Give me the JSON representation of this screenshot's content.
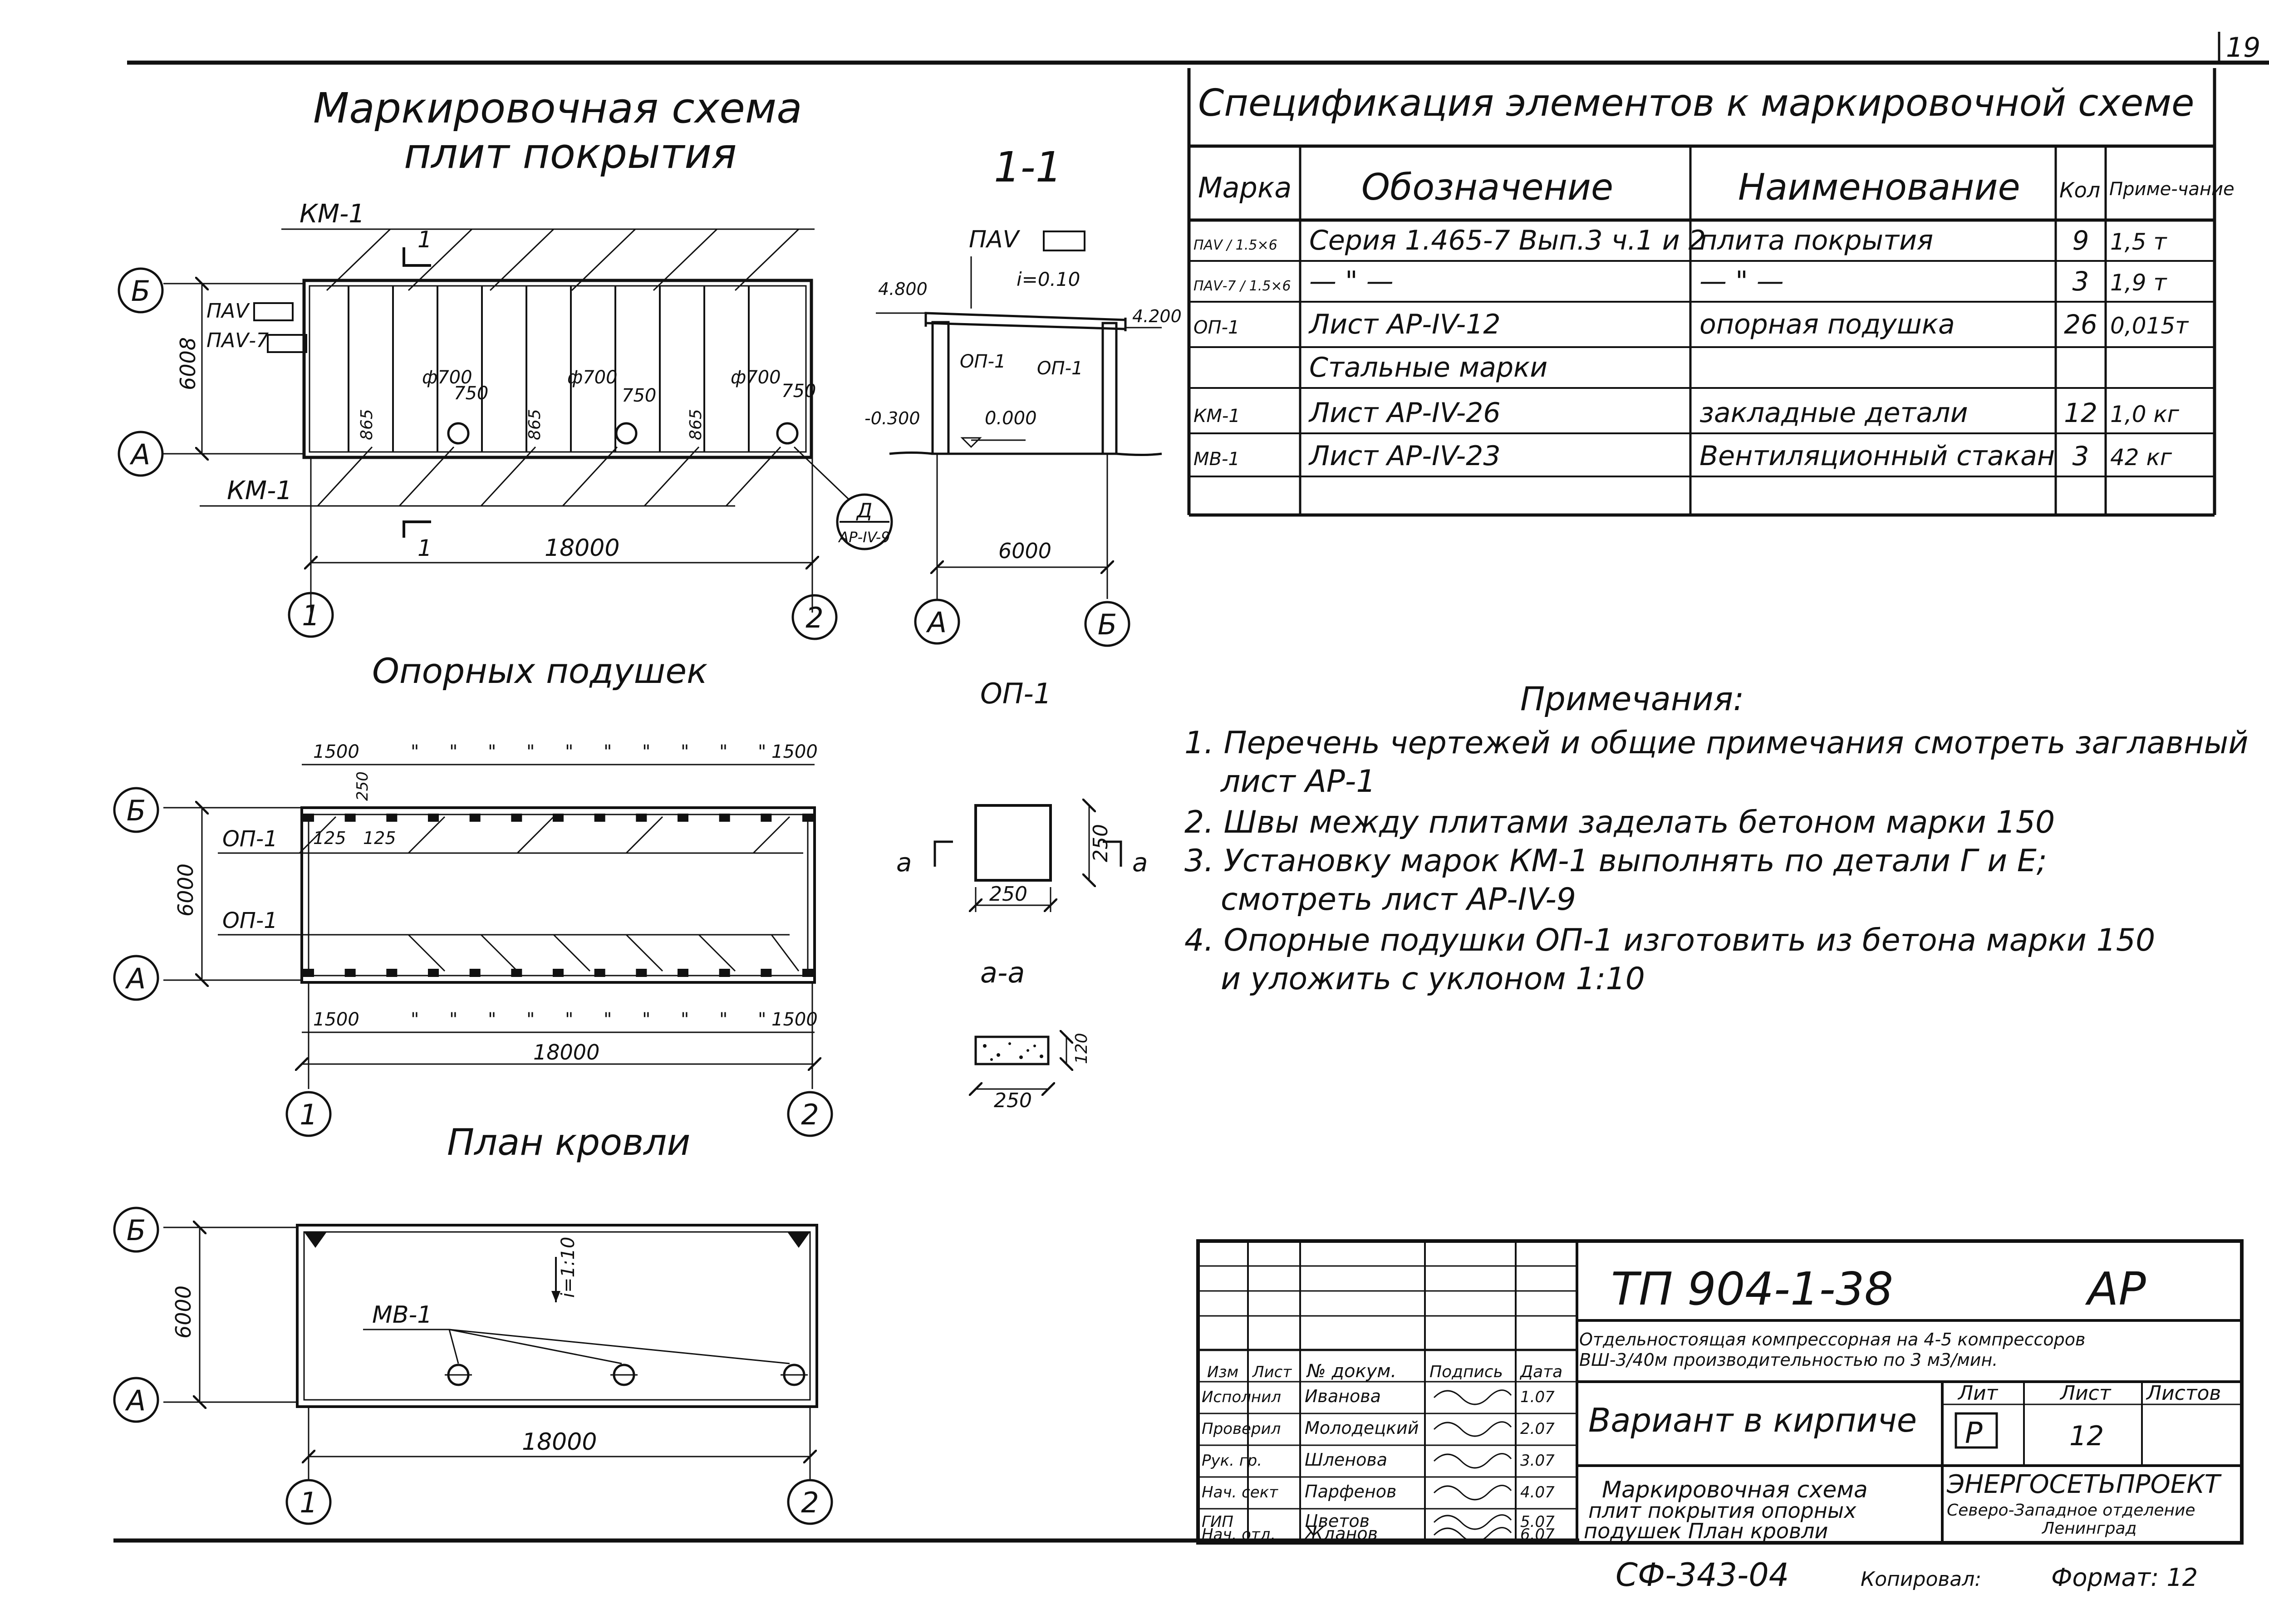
{
  "sheet_number": "19",
  "plan_marking": {
    "title_line1": "Маркировочная схема",
    "title_line2": "плит покрытия",
    "km_label": "КМ-1",
    "section_cut_label": "1",
    "axis_b": "Б",
    "axis_a": "А",
    "axis_1": "1",
    "axis_2": "2",
    "pa_v_label": "ПАⅤ",
    "pa_v7_label": "ПАⅤ-7",
    "dim_width": "6008",
    "dim_length": "18000",
    "hole_dia": "ф700",
    "hole_offset": "750",
    "hole_dim": "865",
    "detail_letter": "Д",
    "detail_ref": "АР-IV-9"
  },
  "section_1_1": {
    "title": "1-1",
    "pa_label": "ПАⅤ",
    "elev_4800": "4.800",
    "elev_4200": "4.200",
    "elev_m0300": "-0.300",
    "elev_0000": "0.000",
    "slope": "i=0.10",
    "op_label": "ОП-1",
    "dim_width": "6000",
    "axis_a": "А",
    "axis_b": "Б"
  },
  "plan_pads": {
    "title": "Опорных подушек",
    "axis_b": "Б",
    "axis_a": "А",
    "axis_1": "1",
    "axis_2": "2",
    "op_label": "ОП-1",
    "dim_1500": "1500",
    "dim_repeat": "\"",
    "dim_250": "250",
    "dim_125": "125",
    "dim_width": "6000",
    "dim_length": "18000"
  },
  "detail_op1": {
    "title": "ОП-1",
    "dim_250": "250",
    "section_label": "а",
    "section_title": "а-а",
    "dim_120": "120"
  },
  "plan_roof": {
    "title": "План кровли",
    "axis_b": "Б",
    "axis_a": "А",
    "axis_1": "1",
    "axis_2": "2",
    "mv_label": "МВ-1",
    "slope": "i=1:10",
    "dim_width": "6000",
    "dim_length": "18000"
  },
  "spec": {
    "title": "Спецификация элементов к маркировочной схеме",
    "headers": [
      "Марка",
      "Обозначение",
      "Наименование",
      "Кол",
      "Приме-чание"
    ],
    "rows": [
      [
        "ПАⅤ / 1.5×6",
        "Серия 1.465-7 Вып.3 ч.1 и 2",
        "плита покрытия",
        "9",
        "1,5 т"
      ],
      [
        "ПАⅤ-7 / 1.5×6",
        "— \" —",
        "— \" —",
        "3",
        "1,9 т"
      ],
      [
        "ОП-1",
        "Лист АР-IV-12",
        "опорная подушка",
        "26",
        "0,015т"
      ],
      [
        "",
        "Стальные марки",
        "",
        "",
        ""
      ],
      [
        "КМ-1",
        "Лист АР-IV-26",
        "закладные детали",
        "12",
        "1,0 кг"
      ],
      [
        "МВ-1",
        "Лист АР-IV-23",
        "Вентиляционный стакан",
        "3",
        "42 кг"
      ],
      [
        "",
        "",
        "",
        "",
        ""
      ]
    ]
  },
  "notes": {
    "title": "Примечания:",
    "items": [
      "1. Перечень чертежей и общие примечания смотреть заглавный",
      "лист АР-1",
      "2. Швы между плитами заделать бетоном марки 150",
      "3. Установку марок КМ-1 выполнять по детали Г и Е;",
      "смотреть лист АР-IV-9",
      "4. Опорные подушки ОП-1 изготовить из бетона марки 150",
      "и уложить с уклоном 1:10"
    ]
  },
  "title_block": {
    "project_code": "ТП 904-1-38",
    "stage_code": "АР",
    "description_line1": "Отдельностоящая компрессорная на 4-5 компрессоров",
    "description_line2": "ВШ-3/40м производительностью по 3 м3/мин.",
    "variant": "Вариант в кирпиче",
    "drawing_line1": "Маркировочная схема",
    "drawing_line2": "плит покрытия опорных",
    "drawing_line3": "подушек План кровли",
    "stage_header": "Лит",
    "sheet_header": "Лист",
    "sheets_header": "Листов",
    "stage_value": "Р",
    "sheet_value": "12",
    "org_line1": "ЭНЕРГОСЕТЬПРОЕКТ",
    "org_line2": "Северо-Западное отделение",
    "org_line3": "Ленинград",
    "col_headers": [
      "Изм",
      "Лист",
      "№ докум.",
      "Подпись",
      "Дата"
    ],
    "people": [
      {
        "role": "Исполнил",
        "name": "Иванова",
        "date": "1.07"
      },
      {
        "role": "Проверил",
        "name": "Молодецкий",
        "date": "2.07"
      },
      {
        "role": "Рук. гр.",
        "name": "Шленова",
        "date": "3.07"
      },
      {
        "role": "Нач. сект",
        "name": "Парфенов",
        "date": "4.07"
      },
      {
        "role": "ГИП",
        "name": "Цветов",
        "date": "5.07"
      },
      {
        "role": "Нач. отд.",
        "name": "Жданов",
        "date": "6.07"
      }
    ]
  },
  "footer": {
    "archive_code": "СФ-343-04",
    "copied": "Копировал:",
    "format": "Формат: 12"
  }
}
